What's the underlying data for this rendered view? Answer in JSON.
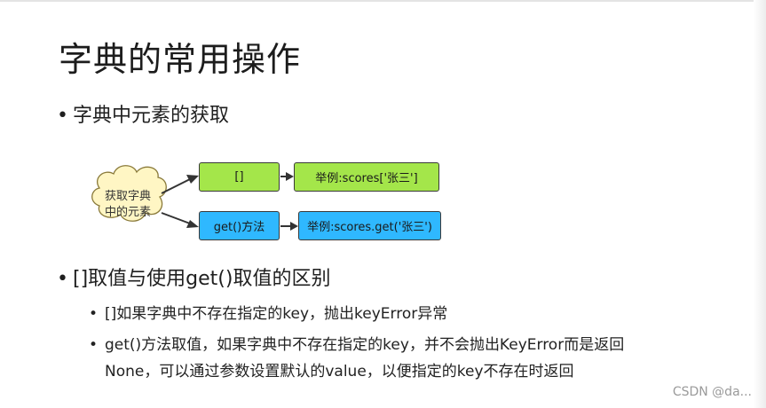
{
  "slide": {
    "title": "字典的常用操作",
    "bullet1": "字典中元素的获取",
    "diagram": {
      "cloud_label_line1": "获取字典",
      "cloud_label_line2": "中的元素",
      "box_bracket": "[]",
      "box_bracket_example": "举例:scores['张三']",
      "box_get": "get()方法",
      "box_get_example": "举例:scores.get('张三')",
      "colors": {
        "green": "#a4e64a",
        "blue": "#2fb8ff",
        "cloud": "#fff6c4"
      }
    },
    "bullet2": "[]取值与使用get()取值的区别",
    "sub1": "[]如果字典中不存在指定的key，抛出keyError异常",
    "sub2_line1": "get()方法取值，如果字典中不存在指定的key，并不会抛出KeyError而是返回",
    "sub2_line2": "None，可以通过参数设置默认的value，以便指定的key不存在时返回"
  },
  "watermark": "CSDN @da..."
}
